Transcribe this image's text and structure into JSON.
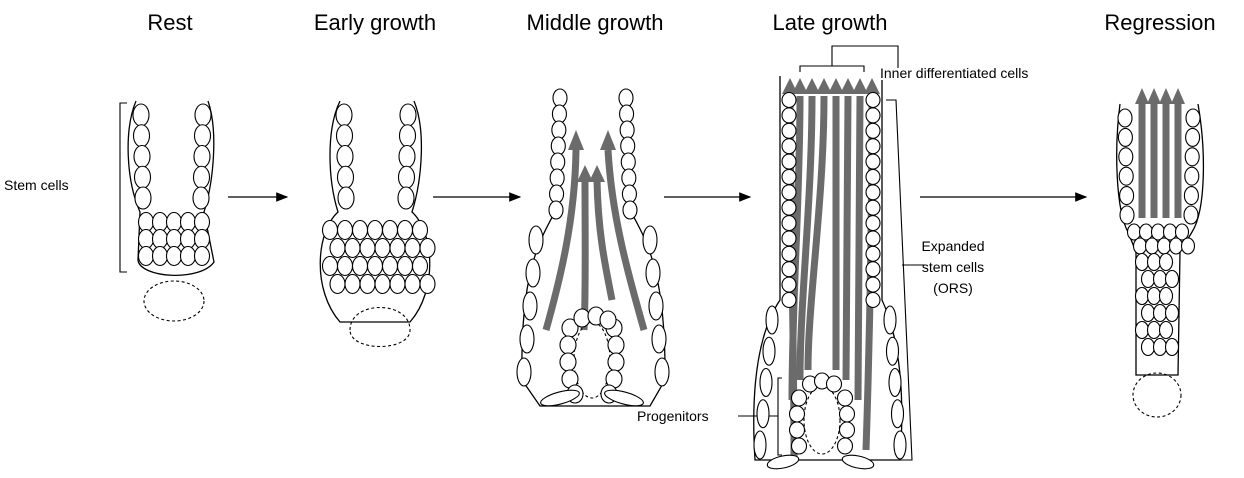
{
  "stages": [
    {
      "title": "Rest"
    },
    {
      "title": "Early growth"
    },
    {
      "title": "Middle growth"
    },
    {
      "title": "Late growth"
    },
    {
      "title": "Regression"
    }
  ],
  "labels": {
    "stem_cells": "Stem cells",
    "inner_differentiated": "Inner differentiated cells",
    "expanded_1": "Expanded",
    "expanded_2": "stem cells",
    "expanded_3": "(ORS)",
    "progenitors": "Progenitors"
  },
  "colors": {
    "flow_arrow": "#6b6b6b",
    "outline": "#000000",
    "background": "#ffffff"
  }
}
